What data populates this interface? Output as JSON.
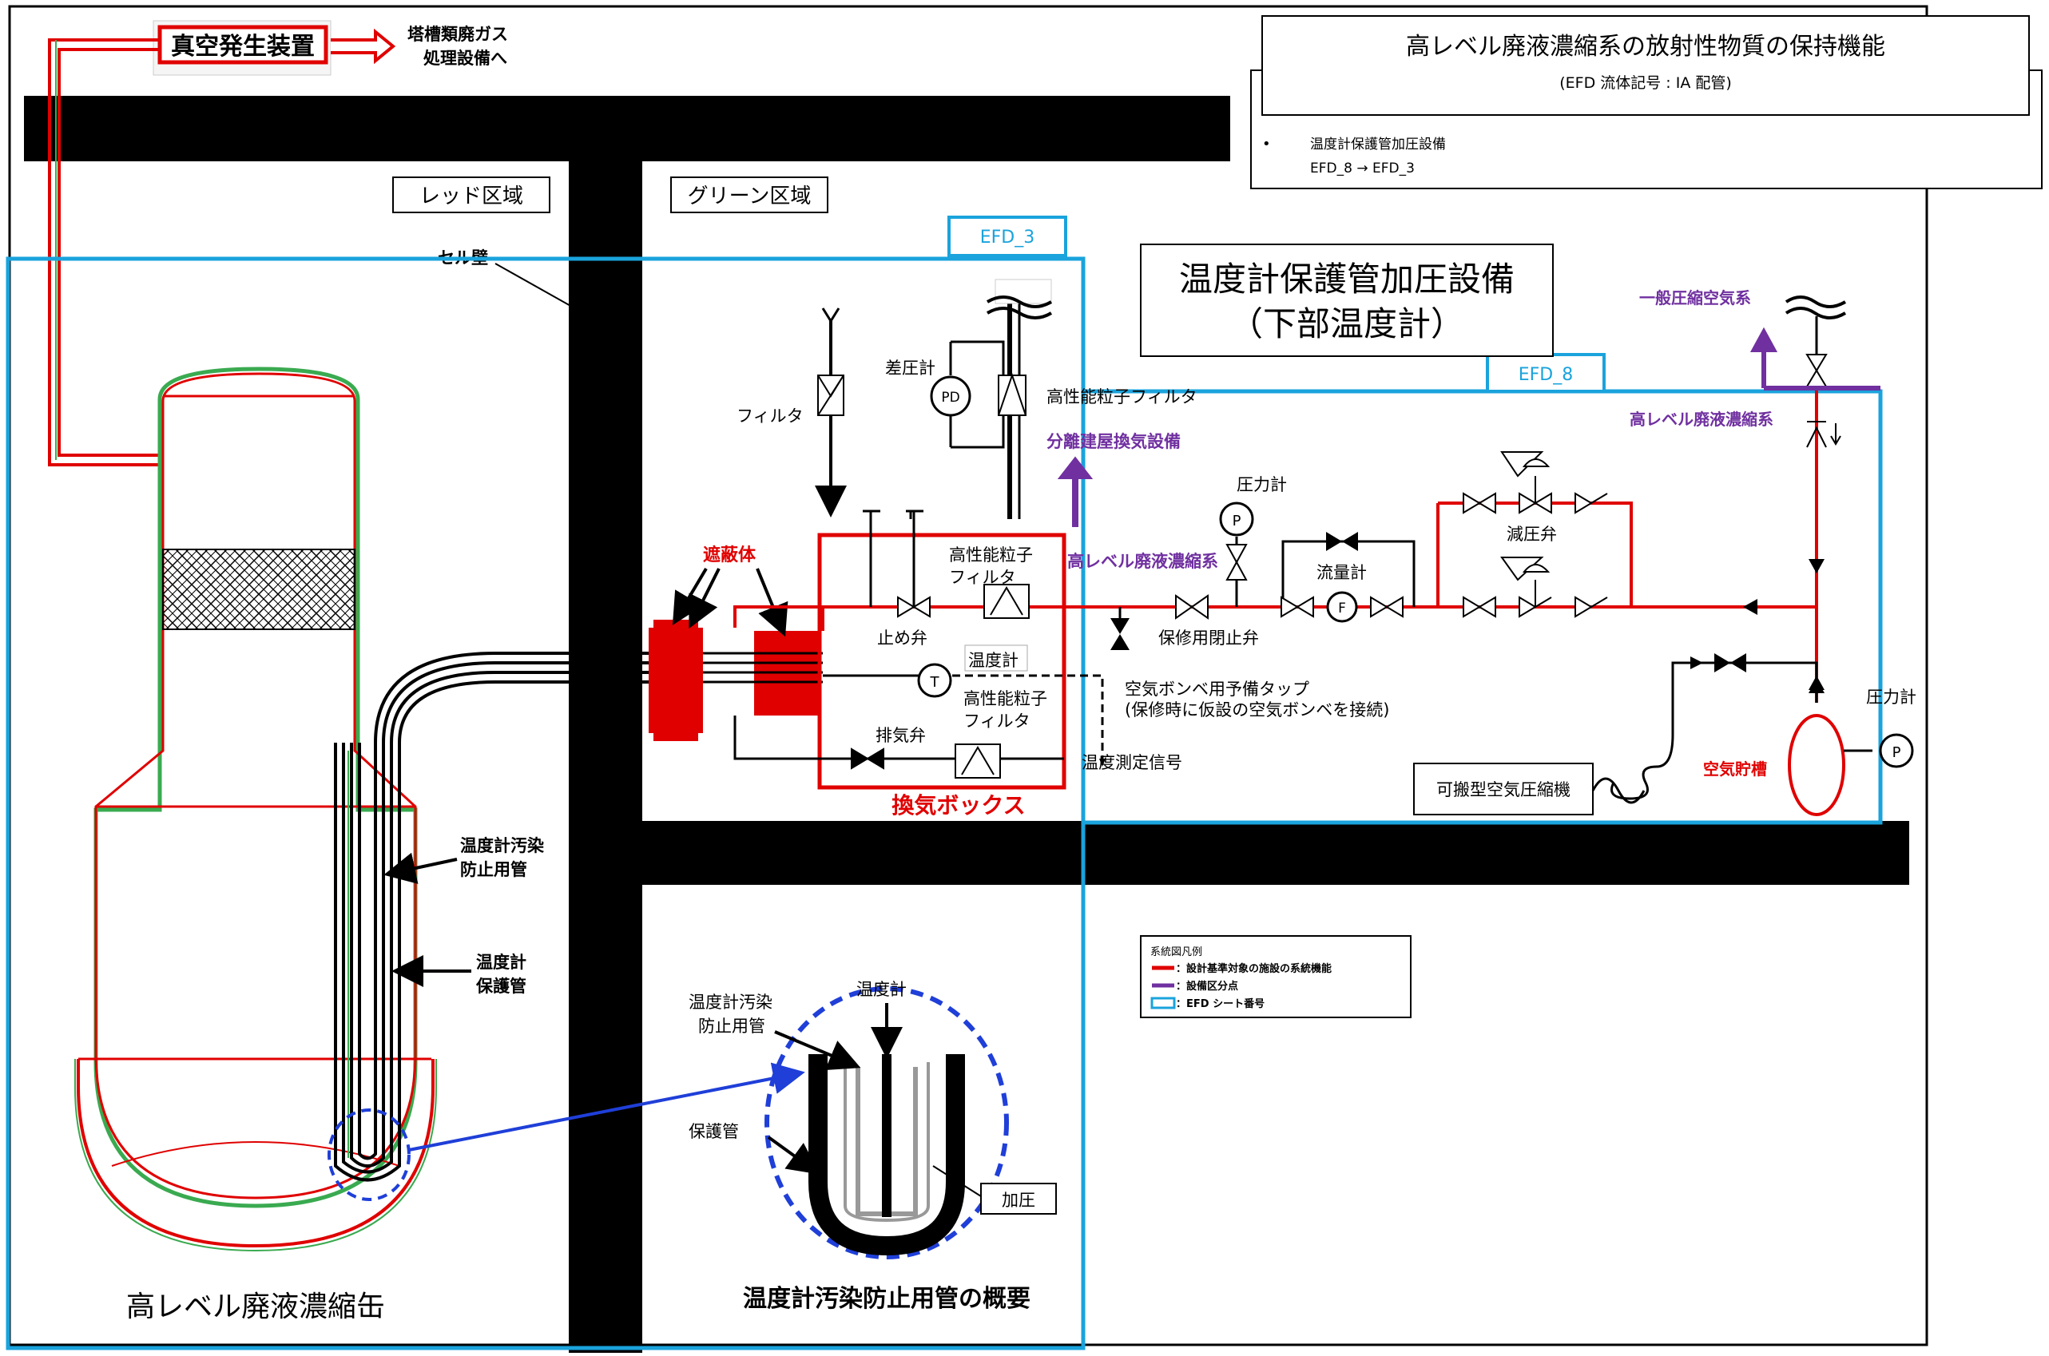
{
  "title_box": {
    "title": "高レベル廃液濃縮系の放射性物質の保持機能",
    "subtitle": "(EFD 流体記号 : IA 配管)",
    "bullet_title": "温度計保護管加圧設備",
    "bullet_path": "EFD_8 → EFD_3"
  },
  "vacuum_device": "真空発生装置",
  "offgas": [
    "塔槽類廃ガス",
    "処理設備へ"
  ],
  "zones": {
    "red": "レッド区域",
    "green": "グリーン区域"
  },
  "sheets": {
    "efd3": "EFD_3",
    "efd8": "EFD_8"
  },
  "cell_wall": "セル壁",
  "equipment_title": [
    "温度計保護管加圧設備",
    "（下部温度計）"
  ],
  "labels": {
    "filter": "フィルタ",
    "dp_gauge": "差圧計",
    "dp_symbol": "PD",
    "hepa_top": "高性能粒子フィルタ",
    "separation_ventilation": "分離建屋換気設備",
    "shield": "遮蔽体",
    "hepa_box1": [
      "高性能粒子",
      "フィルタ"
    ],
    "check_valve": "止め弁",
    "thermometer_box": "温度計",
    "temp_symbol": "T",
    "hepa_box2": [
      "高性能粒子",
      "フィルタ"
    ],
    "vent_valve": "排気弁",
    "vent_box": "換気ボックス",
    "temp_signal": "温度測定信号",
    "hlw_concentration_red": "高レベル廃液濃縮系",
    "pressure_gauge1": "圧力計",
    "p_symbol": "P",
    "maintenance_valve": "保修用閉止弁",
    "flow_meter": "流量計",
    "f_symbol": "F",
    "pressure_reducing_valve": "減圧弁",
    "spare_tap": [
      "空気ボンベ用予備タップ",
      "(保修時に仮設の空気ボンベを接続)"
    ],
    "portable_compressor": "可搬型空気圧縮機",
    "air_tank": "空気貯槽",
    "pressure_gauge2": "圧力計",
    "general_air": "一般圧縮空気系",
    "hlw_concentration_purple": "高レベル廃液濃縮系",
    "protection_pipe_anti": [
      "温度計汚染",
      "防止用管"
    ],
    "protection_pipe": [
      "温度計",
      "保護管"
    ],
    "evaporator": "高レベル廃液濃縮缶",
    "detail_anti": [
      "温度計汚染",
      "防止用管"
    ],
    "detail_thermometer": "温度計",
    "detail_protection": "保護管",
    "detail_pressurize": "加圧",
    "detail_title": "温度計汚染防止用管の概要"
  },
  "legend": {
    "title": "系統図凡例",
    "items": [
      {
        "text": "：設計基準対象の施設の系統機能",
        "color": "#e00000"
      },
      {
        "text": "：設備区分点",
        "color": "#7030a0"
      },
      {
        "text": "：EFD シート番号",
        "color": "#1aa3dc"
      }
    ]
  },
  "colors": {
    "red": "#e00000",
    "purple": "#7030a0",
    "cyan": "#1aa3dc",
    "green": "#3aaa50",
    "blue": "#1f3fd8"
  }
}
